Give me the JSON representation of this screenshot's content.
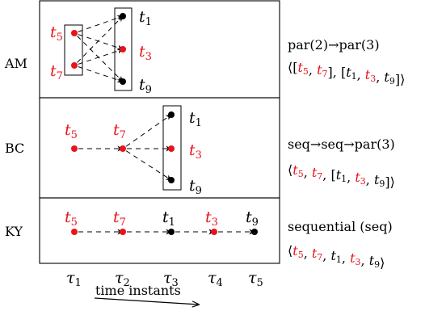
{
  "colors": {
    "red": "#e8141b",
    "black": "#000000"
  },
  "rows": [
    {
      "id": "AM",
      "label": "AM",
      "note": "par(2)→par(3)",
      "seq": [
        {
          "t": "⟨[",
          "c": "black"
        },
        {
          "t": "t",
          "s": "5",
          "c": "red"
        },
        {
          "t": ", ",
          "c": "black"
        },
        {
          "t": "t",
          "s": "7",
          "c": "red"
        },
        {
          "t": "], [",
          "c": "black"
        },
        {
          "t": "t",
          "s": "1",
          "c": "black"
        },
        {
          "t": ", ",
          "c": "black"
        },
        {
          "t": "t",
          "s": "3",
          "c": "red"
        },
        {
          "t": ", ",
          "c": "black"
        },
        {
          "t": "t",
          "s": "9",
          "c": "black"
        },
        {
          "t": "]⟩",
          "c": "black"
        }
      ]
    },
    {
      "id": "BC",
      "label": "BC",
      "note": "seq→seq→par(3)",
      "seq": [
        {
          "t": "⟨",
          "c": "black"
        },
        {
          "t": "t",
          "s": "5",
          "c": "red"
        },
        {
          "t": ", ",
          "c": "black"
        },
        {
          "t": "t",
          "s": "7",
          "c": "red"
        },
        {
          "t": ", [",
          "c": "black"
        },
        {
          "t": "t",
          "s": "1",
          "c": "black"
        },
        {
          "t": ", ",
          "c": "black"
        },
        {
          "t": "t",
          "s": "3",
          "c": "red"
        },
        {
          "t": ", ",
          "c": "black"
        },
        {
          "t": "t",
          "s": "9",
          "c": "black"
        },
        {
          "t": "]⟩",
          "c": "black"
        }
      ]
    },
    {
      "id": "KY",
      "label": "KY",
      "note": "sequential (seq)",
      "seq": [
        {
          "t": "⟨",
          "c": "black"
        },
        {
          "t": "t",
          "s": "5",
          "c": "red"
        },
        {
          "t": ", ",
          "c": "black"
        },
        {
          "t": "t",
          "s": "7",
          "c": "red"
        },
        {
          "t": ", ",
          "c": "black"
        },
        {
          "t": "t",
          "s": "1",
          "c": "black"
        },
        {
          "t": ", ",
          "c": "black"
        },
        {
          "t": "t",
          "s": "3",
          "c": "red"
        },
        {
          "t": ", ",
          "c": "black"
        },
        {
          "t": "t",
          "s": "9",
          "c": "black"
        },
        {
          "t": "⟩",
          "c": "black"
        }
      ]
    }
  ],
  "nodes": [
    {
      "row": "AM",
      "name": "t5",
      "t": "t",
      "s": "5",
      "c": "red"
    },
    {
      "row": "AM",
      "name": "t7",
      "t": "t",
      "s": "7",
      "c": "red"
    },
    {
      "row": "AM",
      "name": "t1",
      "t": "t",
      "s": "1",
      "c": "black"
    },
    {
      "row": "AM",
      "name": "t3",
      "t": "t",
      "s": "3",
      "c": "red"
    },
    {
      "row": "AM",
      "name": "t9",
      "t": "t",
      "s": "9",
      "c": "black"
    },
    {
      "row": "BC",
      "name": "t5",
      "t": "t",
      "s": "5",
      "c": "red"
    },
    {
      "row": "BC",
      "name": "t7",
      "t": "t",
      "s": "7",
      "c": "red"
    },
    {
      "row": "BC",
      "name": "t1",
      "t": "t",
      "s": "1",
      "c": "black"
    },
    {
      "row": "BC",
      "name": "t3",
      "t": "t",
      "s": "3",
      "c": "red"
    },
    {
      "row": "BC",
      "name": "t9",
      "t": "t",
      "s": "9",
      "c": "black"
    },
    {
      "row": "KY",
      "name": "t5",
      "t": "t",
      "s": "5",
      "c": "red"
    },
    {
      "row": "KY",
      "name": "t7",
      "t": "t",
      "s": "7",
      "c": "red"
    },
    {
      "row": "KY",
      "name": "t1",
      "t": "t",
      "s": "1",
      "c": "black"
    },
    {
      "row": "KY",
      "name": "t3",
      "t": "t",
      "s": "3",
      "c": "red"
    },
    {
      "row": "KY",
      "name": "t9",
      "t": "t",
      "s": "9",
      "c": "black"
    }
  ],
  "edges": [
    [
      "AM:t5",
      "AM:t1"
    ],
    [
      "AM:t5",
      "AM:t3"
    ],
    [
      "AM:t5",
      "AM:t9"
    ],
    [
      "AM:t7",
      "AM:t1"
    ],
    [
      "AM:t7",
      "AM:t3"
    ],
    [
      "AM:t7",
      "AM:t9"
    ],
    [
      "BC:t5",
      "BC:t7"
    ],
    [
      "BC:t7",
      "BC:t1"
    ],
    [
      "BC:t7",
      "BC:t3"
    ],
    [
      "BC:t7",
      "BC:t9"
    ],
    [
      "KY:t5",
      "KY:t7"
    ],
    [
      "KY:t7",
      "KY:t1"
    ],
    [
      "KY:t1",
      "KY:t3"
    ],
    [
      "KY:t3",
      "KY:t9"
    ]
  ],
  "axis": {
    "ticks": [
      {
        "t": "τ",
        "s": "1"
      },
      {
        "t": "τ",
        "s": "2"
      },
      {
        "t": "τ",
        "s": "3"
      },
      {
        "t": "τ",
        "s": "4"
      },
      {
        "t": "τ",
        "s": "5"
      }
    ],
    "caption": "time instants"
  }
}
